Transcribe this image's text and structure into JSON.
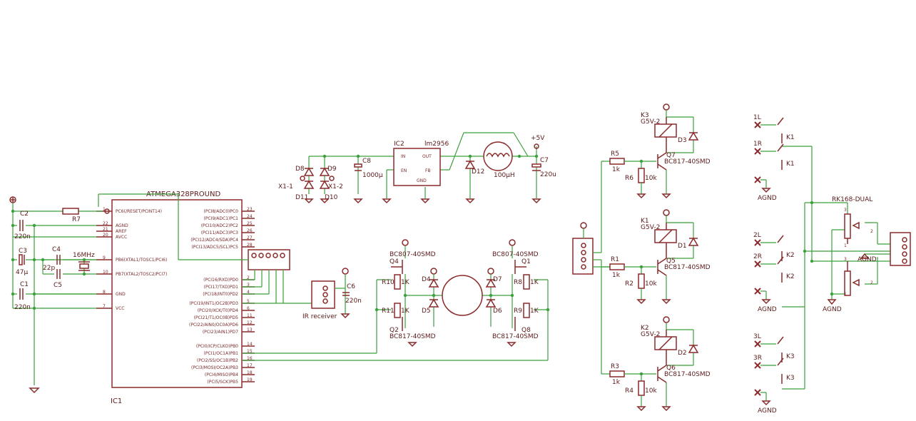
{
  "mcu": {
    "name": "ATMEGA328PROUND",
    "ref": "IC1",
    "pins_left": [
      "PC6(/RESET/PCINT14)",
      "AGND",
      "AREF",
      "AVCC",
      "PB6(XTAL1/TOSC1/PCI6)",
      "PB7(XTAL2/TOSC2/PCI7)",
      "GND",
      "VCC"
    ],
    "pins_left_nums": [
      "1",
      "22",
      "21",
      "20",
      "9",
      "10",
      "8",
      "7"
    ],
    "pins_right": [
      "(PCI8/ADC0)PC0",
      "(PCI9/ADC1)PC1",
      "(PCI10/ADC2)PC2",
      "(PCI11/ADC3)PC3",
      "(PCI12/ADC4/SDA)PC4",
      "(PCI13/ADC5/SCL)PC5",
      "(PCI16/RXD)PD0",
      "(PCI17/TXD)PD1",
      "(PCI18/INT0)PD2",
      "(PCI19/INT1/OC2B)PD3",
      "(PCI20/XCK/T0)PD4",
      "(PCI21/T1/OC0B)PD5",
      "(PCI22/AIN0/OC0A)PD6",
      "(PCI23/AIN1)PD7",
      "(PCI0/ICP/CLKO)PB0",
      "(PCI1/OC1A)PB1",
      "(PCI2/SS/OC1B)PB2",
      "(PCI3/MOSI/OC2A)PB3",
      "(PCI4/MISO)PB4",
      "(PCI5/SCK)PB5"
    ],
    "pins_right_nums": [
      "23",
      "24",
      "25",
      "26",
      "27",
      "28",
      "2",
      "3",
      "4",
      "5",
      "6",
      "11",
      "12",
      "13",
      "14",
      "15",
      "16",
      "17",
      "18",
      "19"
    ]
  },
  "left_parts": {
    "c2": "C2",
    "c2v": "220n",
    "c3": "C3",
    "c3v": "47µ",
    "c1": "C1",
    "c1v": "220n",
    "c4": "C4",
    "c4v": "22p",
    "c5": "C5",
    "xtal": "16MHz",
    "r7": "R7"
  },
  "power": {
    "ic2": "IC2",
    "ic2_part": "lm2956",
    "ic2_in": "IN",
    "ic2_out": "OUT",
    "ic2_en": "EN",
    "ic2_fb": "FB",
    "ic2_gnd": "GND",
    "c8": "C8",
    "c8v": "1000µ",
    "d12": "D12",
    "l": "100µH",
    "vplus": "+5V",
    "c7": "C7",
    "c7v": "220u",
    "d8": "D8",
    "d9": "D9",
    "d10": "D10",
    "d11": "D11",
    "x11": "X1-1",
    "x12": "X1-2"
  },
  "ir": {
    "label": "IR receiver",
    "c6": "C6",
    "c6v": "220n"
  },
  "bridge": {
    "q4": "Q4",
    "q4p": "BC807-40SMD",
    "q1": "Q1",
    "q1p": "BC807-40SMD",
    "q2": "Q2",
    "q2p": "BC817-40SMD",
    "q8": "Q8",
    "q8p": "BC817-40SMD",
    "r10": "R10",
    "r11": "R11",
    "r8": "R8",
    "r9": "R9",
    "rv": "1K",
    "d4": "D4",
    "d5": "D5",
    "d7": "D7",
    "d6": "D6"
  },
  "relays": [
    {
      "k": "K3",
      "kp": "G5V-2",
      "d": "D3",
      "rb": "R5",
      "rbv": "1k",
      "rp": "R6",
      "rpv": "10k",
      "q": "Q7",
      "qp": "BC817-40SMD"
    },
    {
      "k": "K1",
      "kp": "G5V-2",
      "d": "D1",
      "rb": "R1",
      "rbv": "1k",
      "rp": "R2",
      "rpv": "10k",
      "q": "Q5",
      "qp": "BC817-40SMD"
    },
    {
      "k": "K2",
      "kp": "G5V-2",
      "d": "D2",
      "rb": "R3",
      "rbv": "1k",
      "rp": "R4",
      "rpv": "10k",
      "q": "Q6",
      "qp": "BC817-40SMD"
    }
  ],
  "audio": {
    "in": [
      "1L",
      "1R",
      "2L",
      "2R",
      "3L",
      "3R"
    ],
    "k": [
      "K1",
      "K1",
      "K2",
      "K2",
      "K3",
      "K3"
    ],
    "agnd": "AGND",
    "pot": "RK168-DUAL"
  }
}
